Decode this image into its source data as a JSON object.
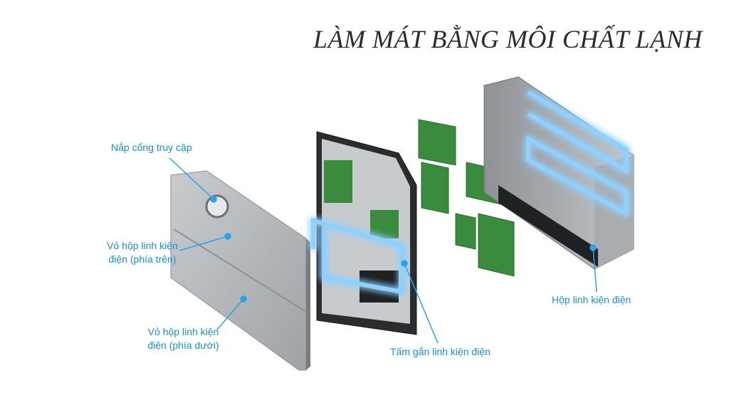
{
  "title": "LÀM MÁT BẰNG MÔI CHẤT LẠNH",
  "labels": {
    "access_cover": "Nắp cổng truy cập",
    "upper_case": "Vỏ hộp linh kiện\nđiện (phía trên)",
    "lower_case": "Vỏ hộp linh kiện\nđiện (phía dưới)",
    "mounting_plate": "Tấm gắn linh kiện điện",
    "component_box": "Hộp linh kiện điện"
  },
  "colors": {
    "label": "#1a8fd6",
    "leader_line": "#2aa3e8",
    "glow": "#3aa8ff",
    "pcb": "#3b8b3f",
    "metal": "#b9bcbf"
  }
}
